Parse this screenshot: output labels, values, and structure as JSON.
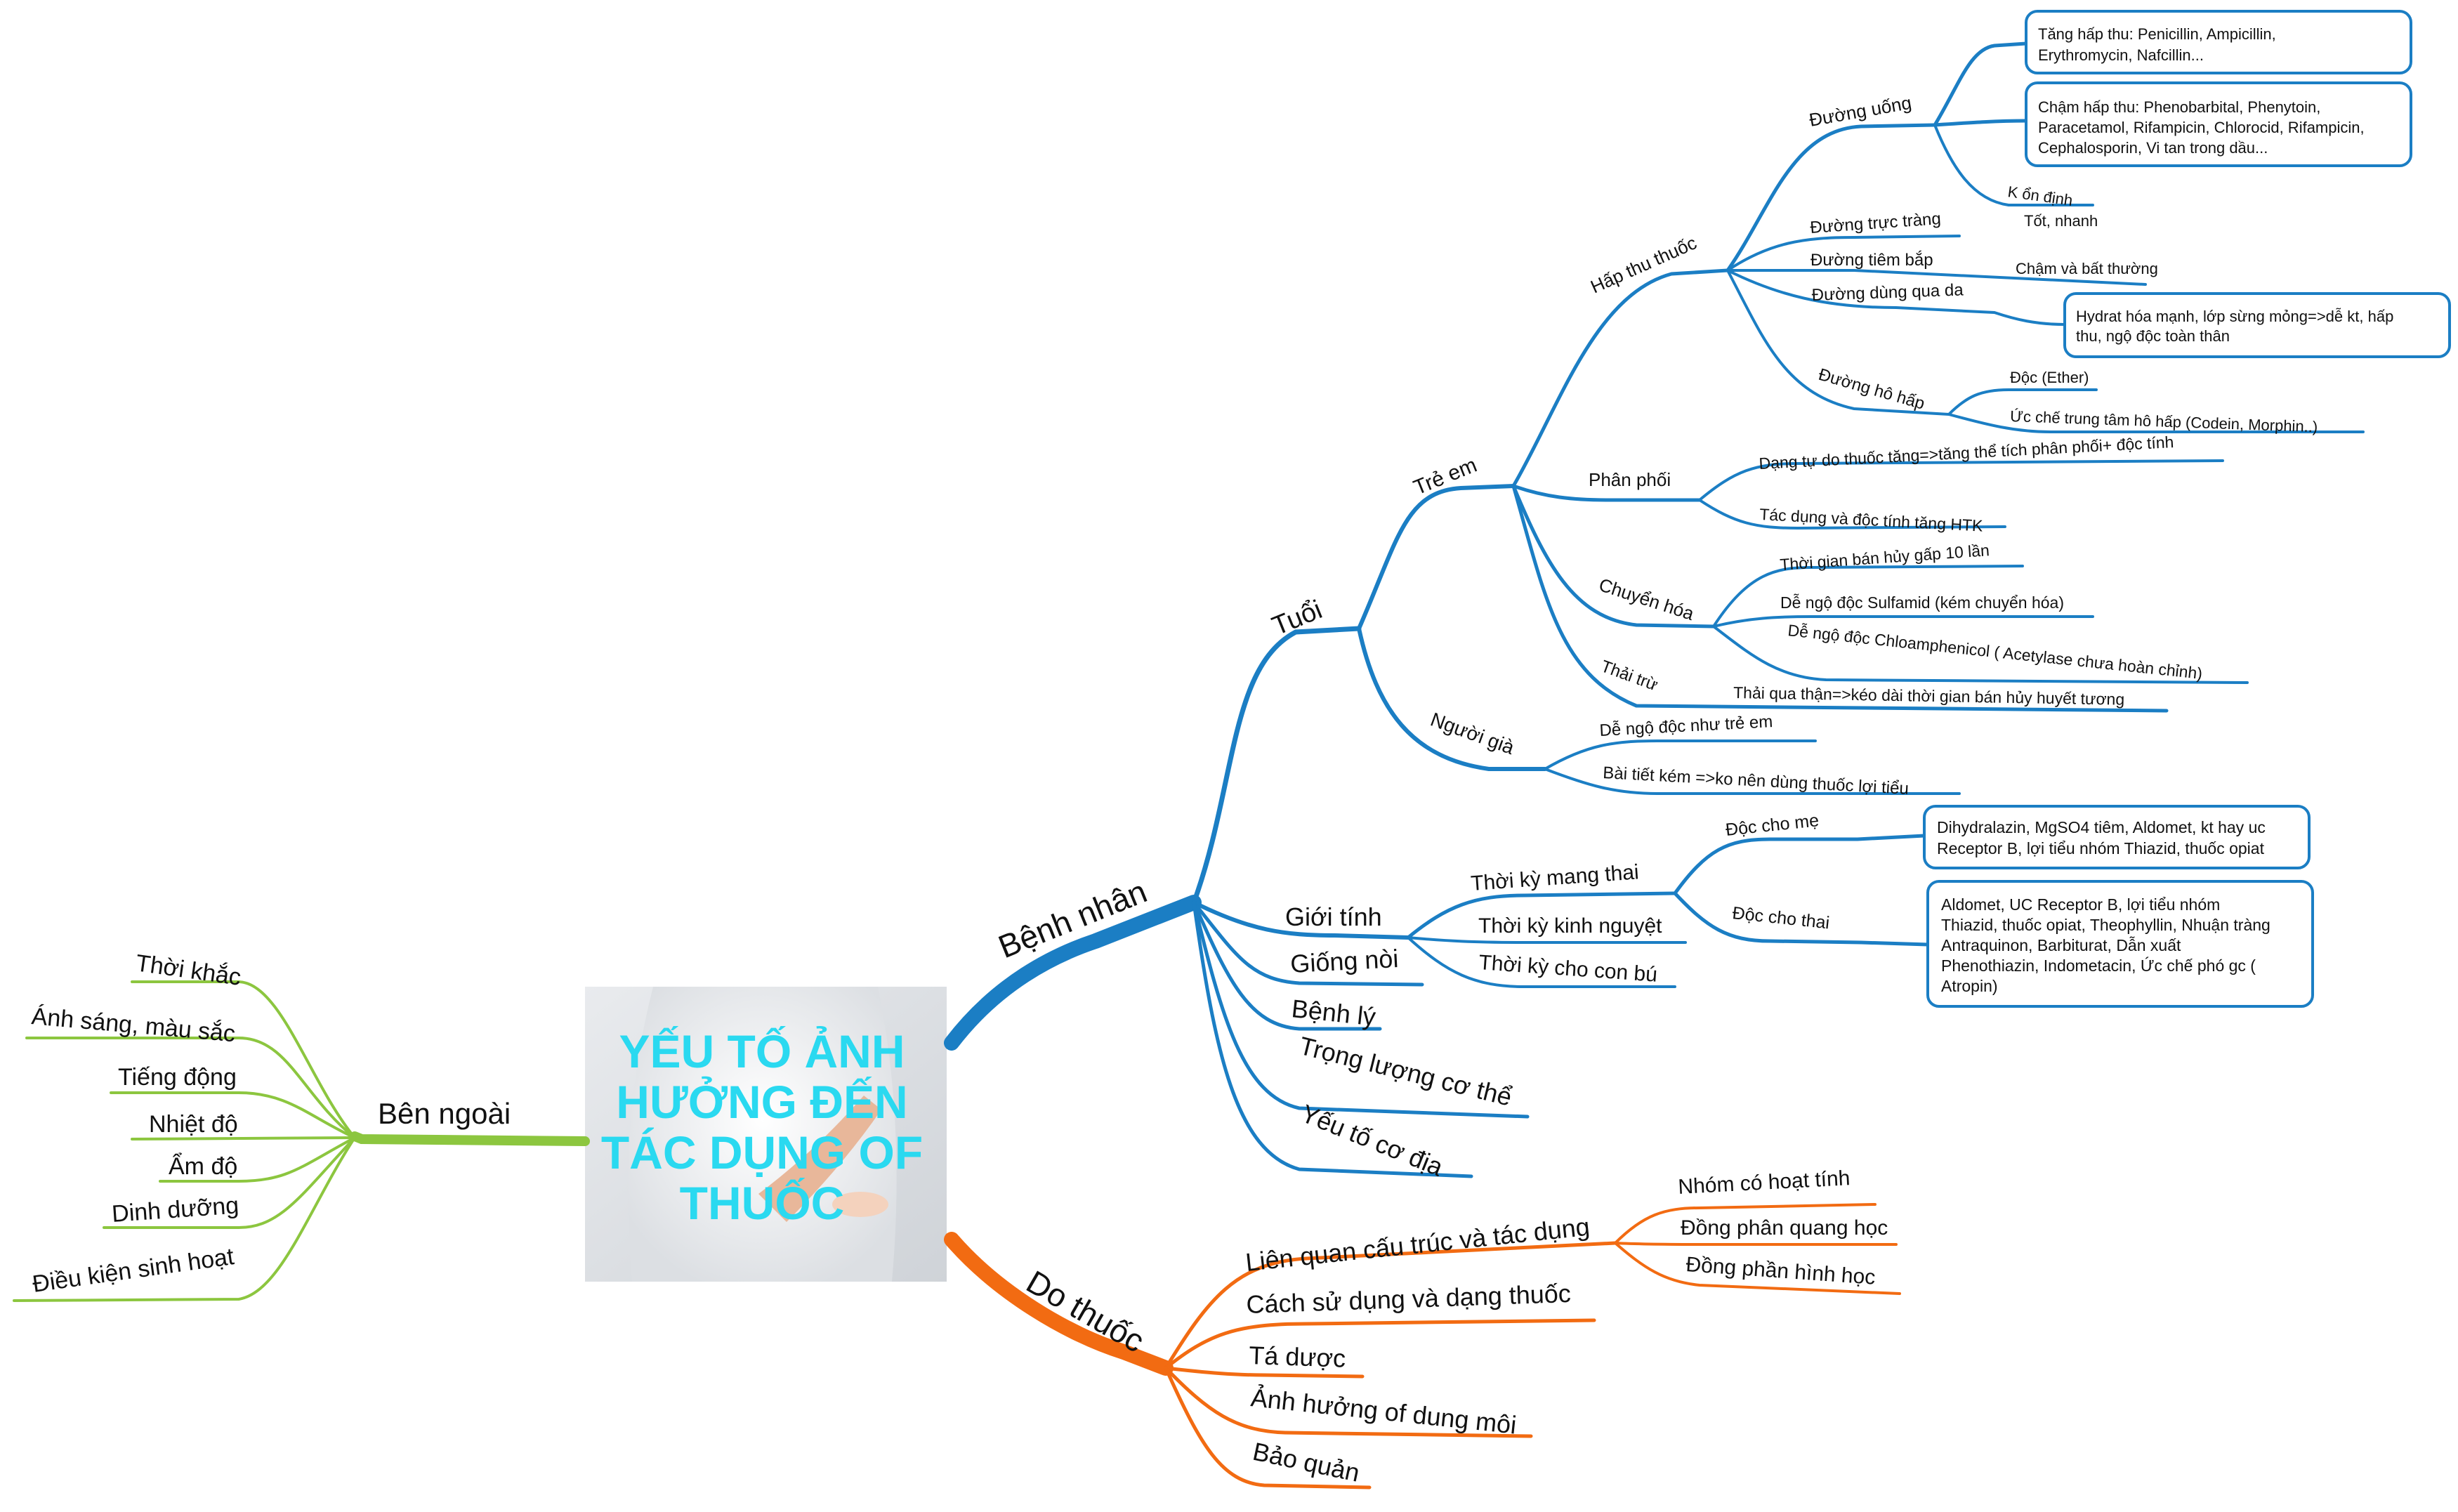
{
  "center": {
    "title_lines": [
      "YẾU TỐ ẢNH",
      "HƯỞNG ĐẾN",
      "TÁC DỤNG OF",
      "THUỐC"
    ]
  },
  "colors": {
    "blue": "#1b7ec4",
    "orange": "#f26b12",
    "green": "#8cc63f",
    "center_text": "#2ad9f0"
  },
  "branches": {
    "ben_ngoai": {
      "label": "Bên ngoài",
      "children": [
        "Thời khắc",
        "Ánh sáng, màu sắc",
        "Tiếng động",
        "Nhiệt độ",
        "Ẩm độ",
        "Dinh dưỡng",
        "Điều kiện sinh hoạt"
      ]
    },
    "benh_nhan": {
      "label": "Bệnh nhân",
      "tuoi": {
        "label": "Tuổi",
        "tre_em": {
          "label": "Trẻ em",
          "hap_thu": {
            "label": "Hấp thu thuốc",
            "duong_uong": {
              "label": "Đường uống",
              "box1": [
                "Tăng hấp thu: Penicillin, Ampicillin,",
                "Erythromycin, Nafcillin..."
              ],
              "box2": [
                "Chậm hấp thu: Phenobarbital, Phenytoin,",
                "Paracetamol, Rifampicin, Chlorocid, Rifampicin,",
                "Cephalosporin, Vi tan trong dầu..."
              ],
              "kod": "K ổn định"
            },
            "truc_trang": {
              "label": "Đường trực tràng",
              "value": "Tốt, nhanh"
            },
            "tiem_bap": {
              "label": "Đường tiêm bắp",
              "value": "Chậm và bất thường"
            },
            "qua_da": {
              "label": "Đường dùng qua da",
              "box": [
                "Hydrat hóa mạnh, lớp sừng mỏng=>dễ kt, hấp",
                "thu, ngộ độc toàn thân"
              ]
            },
            "ho_hap": {
              "label": "Đường hô hấp",
              "values": [
                "Độc (Ether)",
                "Ức chế trung tâm hô hấp (Codein, Morphin..)"
              ]
            }
          },
          "phan_phoi": {
            "label": "Phân phối",
            "values": [
              "Dạng tự do thuốc tăng=>tăng thể tích phân phối+ độc tính",
              "Tác dụng và độc tính tăng HTK"
            ]
          },
          "chuyen_hoa": {
            "label": "Chuyển hóa",
            "values": [
              "Thời gian bán hủy gấp 10 lần",
              "Dễ ngộ độc Sulfamid (kém chuyển hóa)",
              "Dễ ngộ độc Chloamphenicol ( Acetylase chưa hoàn chỉnh)"
            ]
          },
          "thai_tru": {
            "label": "Thải trừ",
            "value": "Thải qua thận=>kéo dài thời gian bán hủy huyết tương"
          }
        },
        "nguoi_gia": {
          "label": "Người già",
          "values": [
            "Dễ ngộ độc như trẻ em",
            "Bài tiết kém =>ko nên dùng thuốc lợi tiểu"
          ]
        }
      },
      "gioi_tinh": {
        "label": "Giới tính",
        "mang_thai": {
          "label": "Thời kỳ mang thai",
          "doc_me": {
            "label": "Độc cho mẹ",
            "box": [
              "Dihydralazin, MgSO4 tiêm, Aldomet, kt hay uc",
              "Receptor B, lợi tiểu nhóm Thiazid, thuốc opiat"
            ]
          },
          "doc_thai": {
            "label": "Độc cho thai",
            "box": [
              "Aldomet, UC Receptor B, lợi tiểu nhóm",
              "Thiazid, thuốc opiat, Theophyllin, Nhuận tràng",
              "Antraquinon, Barbiturat, Dẫn xuất",
              "Phenothiazin, Indometacin, Ức chế phó gc (",
              "Atropin)"
            ]
          }
        },
        "kinh_nguyet": "Thời kỳ kinh nguyệt",
        "con_bu": "Thời kỳ cho con bú"
      },
      "others": [
        "Giống nòi",
        "Bệnh lý",
        "Trọng lượng cơ thể",
        "Yếu tố cơ địa"
      ]
    },
    "do_thuoc": {
      "label": "Do thuốc",
      "lien_quan": {
        "label": "Liên quan cấu trúc và tác dụng",
        "values": [
          "Nhóm có hoạt tính",
          "Đồng phân quang học",
          "Đồng phần hình học"
        ]
      },
      "others": [
        "Cách sử dụng và dạng thuốc",
        "Tá dược",
        "Ảnh hưởng of dung môi",
        "Bảo quản"
      ]
    }
  }
}
